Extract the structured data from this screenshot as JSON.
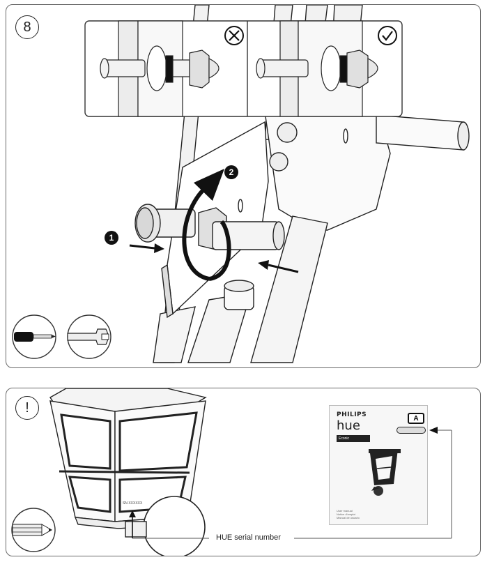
{
  "step": {
    "number": "8"
  },
  "warning": {
    "symbol": "!"
  },
  "callouts": {
    "first": "1",
    "second": "2"
  },
  "icons": {
    "wrong": "x-circle-icon",
    "right": "checkmark-circle-icon",
    "screwdriver": "screwdriver-icon",
    "wrench": "wrench-icon",
    "pencil": "pencil-icon"
  },
  "lamp": {
    "serial_tag": "SN XXXXXX"
  },
  "serial_label": "HUE serial number",
  "manual": {
    "brand": "PHILIPS",
    "product": "hue",
    "product_sub": "Econic",
    "energy_label": "A",
    "lines": [
      "User manual",
      "Notice d'emploi",
      "Manual de usuario"
    ]
  }
}
